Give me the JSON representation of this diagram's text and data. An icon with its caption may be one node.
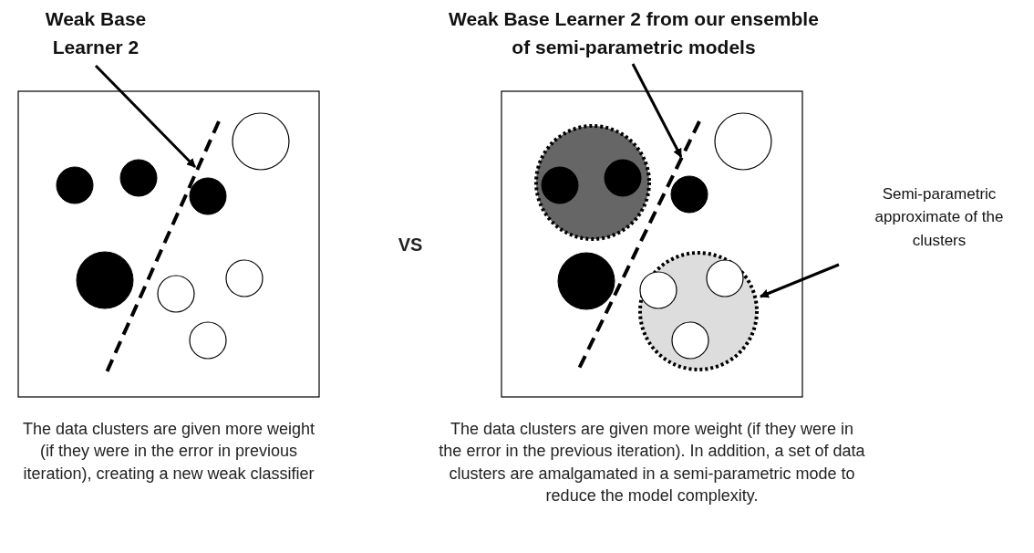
{
  "diagram": {
    "nodes": [
      {
        "text": [
          "Weak Base Learner 2"
        ]
      },
      {
        "text": [],
        "shape": "line"
      },
      {
        "text": [
          "Weak Base Learner 2 from our ensemble of semi-parametric models"
        ]
      },
      {
        "text": [],
        "shape": "line"
      },
      {
        "text": [
          "Semi-parametric approximate of the clusters"
        ]
      },
      {
        "text": [],
        "shape": "circle"
      }
    ],
    "edges": [
      {
        "from": 0,
        "to": 1,
        "arrow": "to"
      },
      {
        "from": 2,
        "to": 3,
        "arrow": "to"
      },
      {
        "from": 4,
        "to": 5,
        "arrow": "to"
      }
    ],
    "labels": [
      "VS",
      "The data clusters are given more weight (if they were in the error in previous iteration), creating a new weak classifier",
      "The data clusters are given more weight (if they were in the error in the previous iteration). In addition, a set of data clusters are amalgamated in a semi-parametric mode to reduce the model complexity."
    ]
  }
}
